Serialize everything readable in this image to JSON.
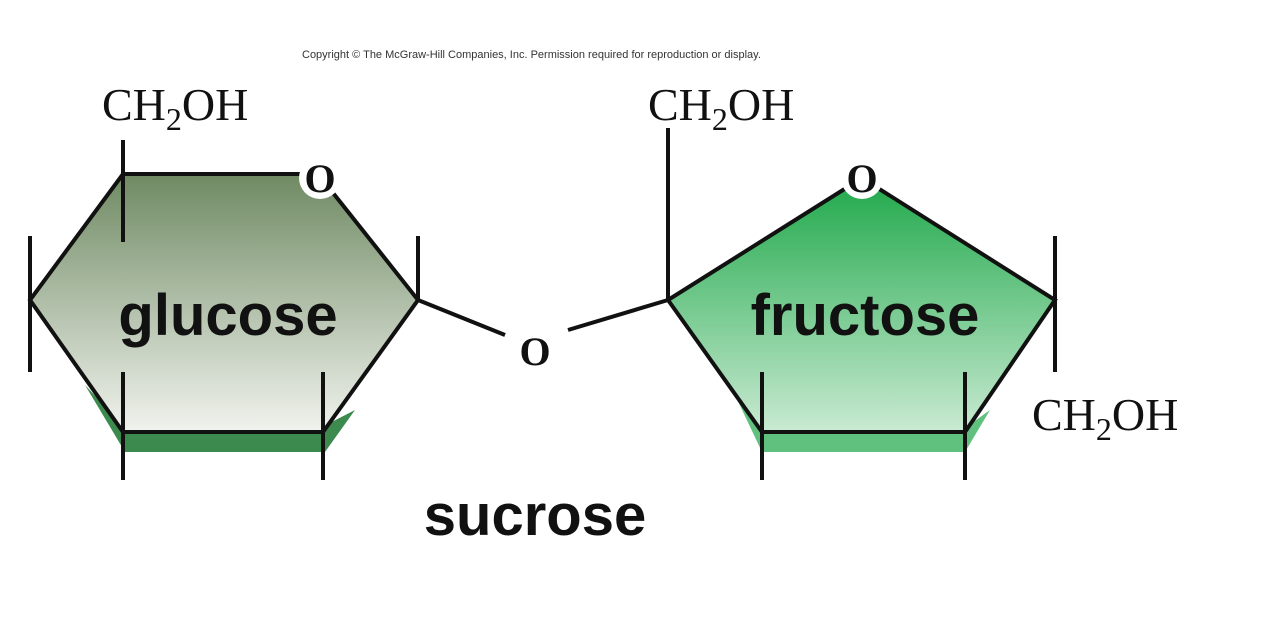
{
  "copyright": "Copyright © The McGraw-Hill Companies, Inc. Permission required for reproduction or display.",
  "title": "sucrose",
  "glucose": {
    "name": "glucose",
    "ring_oxygen": "O",
    "substituent_top": {
      "main": "CH",
      "sub": "2",
      "tail": "OH"
    }
  },
  "fructose": {
    "name": "fructose",
    "ring_oxygen": "O",
    "substituent_top": {
      "main": "CH",
      "sub": "2",
      "tail": "OH"
    },
    "substituent_right": {
      "main": "CH",
      "sub": "2",
      "tail": "OH"
    }
  },
  "linkage_oxygen": "O",
  "colors": {
    "glucose_top": "#6f8a63",
    "glucose_bottom": "#f1f3ee",
    "glucose_shadow": "#3d8a4e",
    "fructose_top": "#1fa84a",
    "fructose_bottom": "#c9ead2",
    "fructose_shadow": "#5fc17d",
    "bond": "#111111"
  }
}
